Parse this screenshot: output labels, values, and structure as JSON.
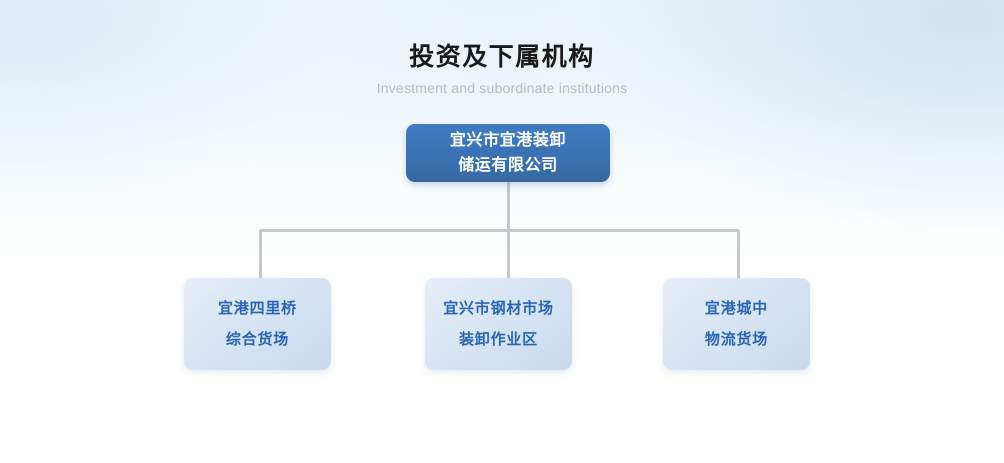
{
  "heading": {
    "title": "投资及下属机构",
    "subtitle": "Investment and subordinate institutions"
  },
  "colors": {
    "root_node_fill": "#3a72b4",
    "root_node_text": "#ffffff",
    "child_node_fill": "#d3e0f1",
    "child_node_text": "#2b66b4",
    "connector_line": "#c6c8ca",
    "title_text": "#1a1a1a",
    "subtitle_text": "#b9bcc0",
    "background_top": "#e8f2f8",
    "background_bottom": "#ffffff"
  },
  "chart": {
    "type": "org-chart",
    "root": {
      "lines": [
        "宜兴市宜港装卸",
        "储运有限公司"
      ]
    },
    "children": [
      {
        "lines": [
          "宜港四里桥",
          "综合货场"
        ]
      },
      {
        "lines": [
          "宜兴市钢材市场",
          "装卸作业区"
        ]
      },
      {
        "lines": [
          "宜港城中",
          "物流货场"
        ]
      }
    ]
  }
}
